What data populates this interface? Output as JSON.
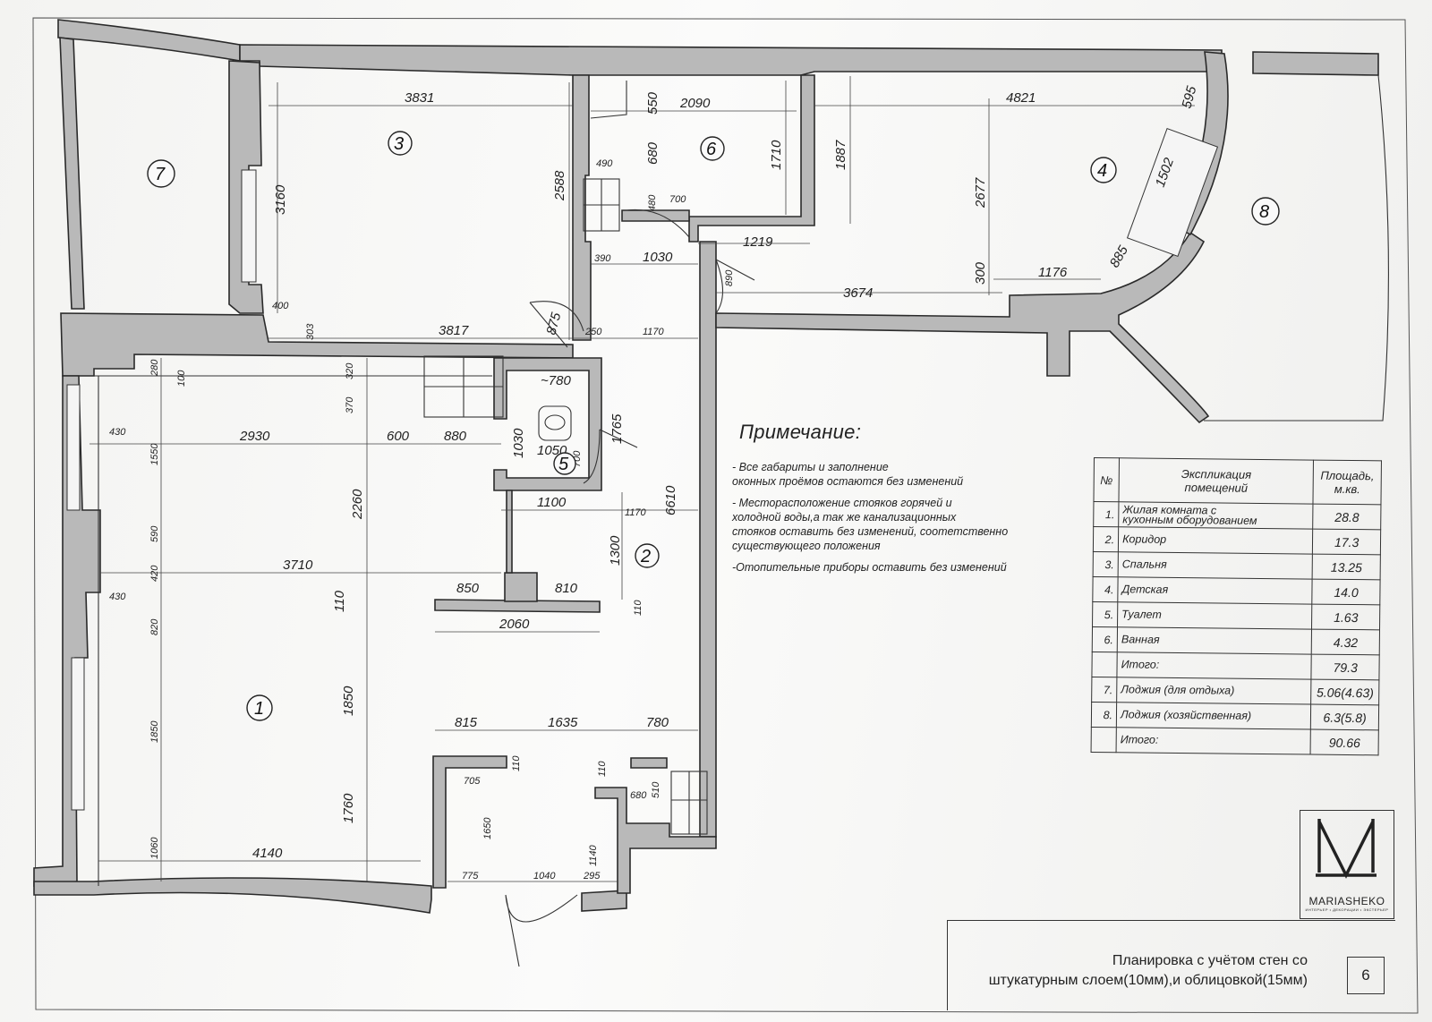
{
  "rooms": [
    {
      "id": "1",
      "label": "1"
    },
    {
      "id": "2",
      "label": "2"
    },
    {
      "id": "3",
      "label": "3"
    },
    {
      "id": "4",
      "label": "4"
    },
    {
      "id": "5",
      "label": "5"
    },
    {
      "id": "6",
      "label": "6"
    },
    {
      "id": "7",
      "label": "7"
    },
    {
      "id": "8",
      "label": "8"
    }
  ],
  "dimensions": {
    "d3831": "3831",
    "d3160": "3160",
    "d2588": "2588",
    "d3817": "3817",
    "d400": "400",
    "d303": "303",
    "d550": "550",
    "d2090": "2090",
    "d680": "680",
    "d1710": "1710",
    "d490": "490",
    "d480": "480",
    "d700": "700",
    "d4821": "4821",
    "d1887": "1887",
    "d2677": "2677",
    "d595": "595",
    "d1502": "1502",
    "d885": "885",
    "d1176": "1176",
    "d300": "300",
    "d3674": "3674",
    "d1219": "1219",
    "d890": "890",
    "d390": "390",
    "d1030a": "1030",
    "d875": "875",
    "d250": "250",
    "d1170a": "1170",
    "d780a": "~780",
    "d1765": "1765",
    "d1030b": "1030",
    "d1050": "1050",
    "d700b": "700",
    "d280": "280",
    "d100": "100",
    "d320": "320",
    "d370": "370",
    "d430a": "430",
    "d1550": "1550",
    "d2930": "2930",
    "d600": "600",
    "d880": "880",
    "d2260": "2260",
    "d1100": "1100",
    "d1170b": "1170",
    "d6610": "6610",
    "d1300": "1300",
    "d590": "590",
    "d420": "420",
    "d3710": "3710",
    "d850": "850",
    "d810": "810",
    "d110a": "110",
    "d110b": "110",
    "d430b": "430",
    "d820": "820",
    "d2060": "2060",
    "d1850a": "1850",
    "d1850b": "1850",
    "d815": "815",
    "d1635": "1635",
    "d780b": "780",
    "d110c": "110",
    "d110d": "110",
    "d705": "705",
    "d680b": "680",
    "d510": "510",
    "d1650": "1650",
    "d1760": "1760",
    "d1140": "1140",
    "d4140": "4140",
    "d1060": "1060",
    "d775": "775",
    "d1040": "1040",
    "d295": "295"
  },
  "note": {
    "title": "Примечание:",
    "items": [
      "- Все габариты и  заполнение\n   оконных проёмов остаются без изменений",
      "- Месторасположение стояков горячей и\n  холодной воды,а так же канализационных\n  стояков  оставить без изменений, соотетственно\n  существующего положения",
      "-Отопительные приборы оставить без изменений"
    ]
  },
  "explication": {
    "headers": {
      "num": "№",
      "name": "Экспликация\nпомещений",
      "area": "Площадь,\nм.кв."
    },
    "rows": [
      {
        "num": "1.",
        "name": "Жилая комната с\nкухонным оборудованием",
        "area": "28.8"
      },
      {
        "num": "2.",
        "name": "Коридор",
        "area": "17.3"
      },
      {
        "num": "3.",
        "name": "Спальня",
        "area": "13.25"
      },
      {
        "num": "4.",
        "name": "Детская",
        "area": "14.0"
      },
      {
        "num": "5.",
        "name": "Туалет",
        "area": "1.63"
      },
      {
        "num": "6.",
        "name": "Ванная",
        "area": "4.32"
      },
      {
        "num": "",
        "name": "Итого:",
        "area": "79.3"
      },
      {
        "num": "7.",
        "name": "Лоджия (для отдыха)",
        "area": "5.06(4.63)"
      },
      {
        "num": "8.",
        "name": "Лоджия (хозяйственная)",
        "area": "6.3(5.8)"
      },
      {
        "num": "",
        "name": "Итого:",
        "area": "90.66"
      }
    ]
  },
  "logo": {
    "name": "MARIASHEKO",
    "sub": "ИНТЕРЬЕР  •  ДЕКОРАЦИИ  •  ЭКСТЕРЬЕР"
  },
  "title_block": {
    "line1": "Планировка с учётом стен со",
    "line2": "штукатурным слоем(10мм),и облицовкой(15мм)",
    "sheet": "6"
  }
}
